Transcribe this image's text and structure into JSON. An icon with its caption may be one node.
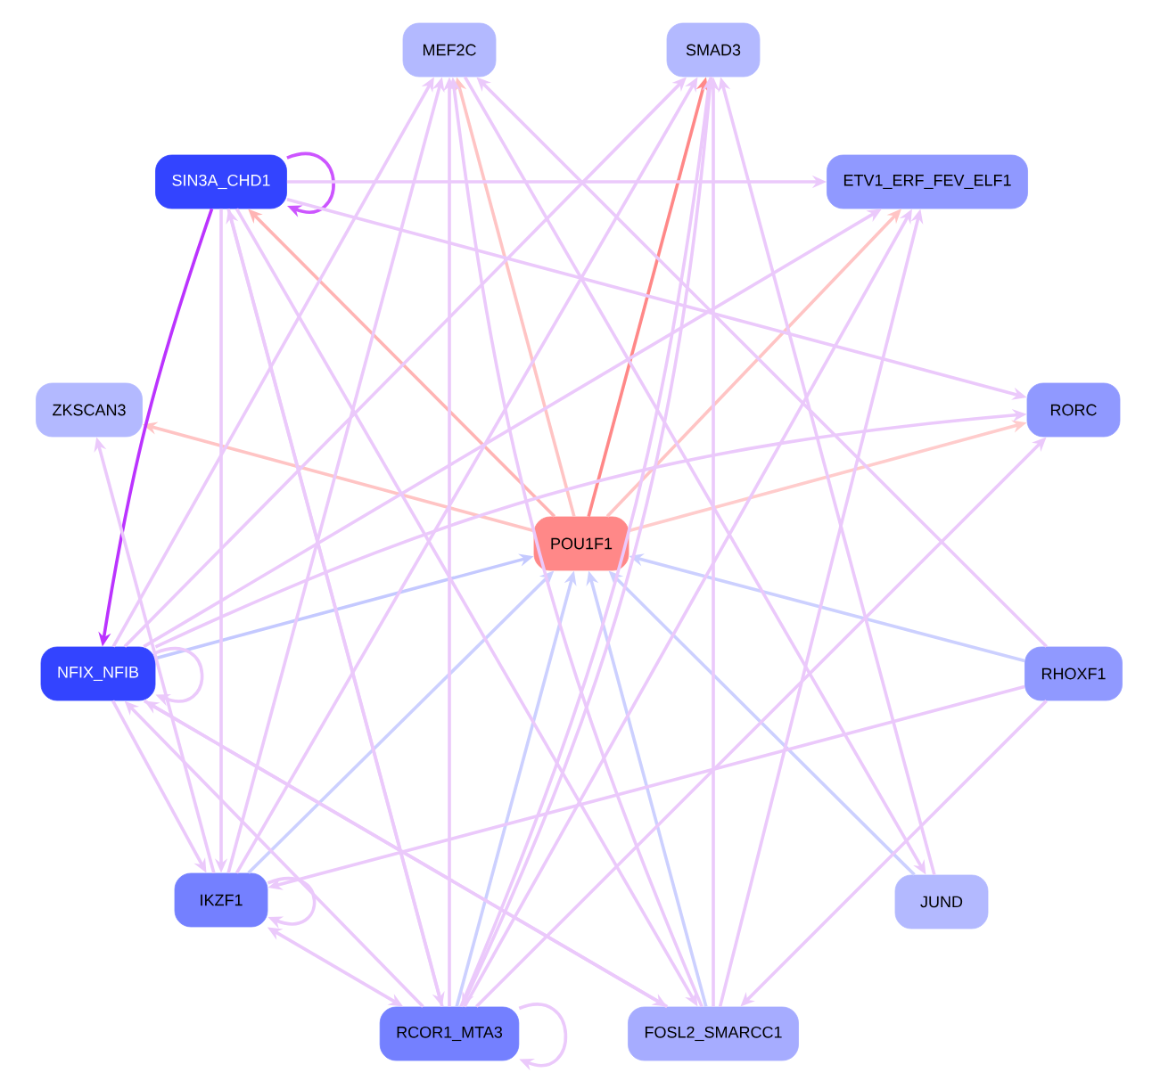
{
  "diagram": {
    "nodes": [
      {
        "text": [
          "MEF2C"
        ]
      },
      {
        "text": [
          "SMAD3"
        ]
      },
      {
        "text": [
          "SIN3A_CHD1"
        ]
      },
      {
        "text": [
          "ETV1_ERF_FEV_ELF1"
        ]
      },
      {
        "text": [
          "ZKSCAN3"
        ]
      },
      {
        "text": [
          "RORC"
        ]
      },
      {
        "text": [
          "POU1F1"
        ]
      },
      {
        "text": [
          "NFIX_NFIB"
        ]
      },
      {
        "text": [
          "RHOXF1"
        ]
      },
      {
        "text": [
          "IKZF1"
        ]
      },
      {
        "text": [
          "JUND"
        ]
      },
      {
        "text": [
          "RCOR1_MTA3"
        ]
      },
      {
        "text": [
          "FOSL2_SMARCC1"
        ]
      }
    ],
    "edges": [
      {
        "from": 6,
        "to": 0,
        "arrow": "to",
        "color": "#ffc4c4"
      },
      {
        "from": 6,
        "to": 1,
        "arrow": "to",
        "color": "#ff8888"
      },
      {
        "from": 6,
        "to": 2,
        "arrow": "to",
        "color": "#ffb4b4"
      },
      {
        "from": 6,
        "to": 4,
        "arrow": "to",
        "color": "#ffc4c4"
      },
      {
        "from": 6,
        "to": 3,
        "arrow": "to",
        "color": "#ffc4c4"
      },
      {
        "from": 6,
        "to": 5,
        "arrow": "to",
        "color": "#ffcccc"
      },
      {
        "from": 7,
        "to": 6,
        "arrow": "to",
        "color": "#c4c9ff"
      },
      {
        "from": 9,
        "to": 6,
        "arrow": "to",
        "color": "#ccd0ff"
      },
      {
        "from": 11,
        "to": 6,
        "arrow": "to",
        "color": "#ccd0ff"
      },
      {
        "from": 12,
        "to": 6,
        "arrow": "to",
        "color": "#ccd0ff"
      },
      {
        "from": 10,
        "to": 6,
        "arrow": "to",
        "color": "#ccd0ff"
      },
      {
        "from": 8,
        "to": 6,
        "arrow": "to",
        "color": "#ccd0ff"
      },
      {
        "from": 2,
        "to": 7,
        "arrow": "to",
        "color": "#bb33ff"
      },
      {
        "from": 2,
        "to": 2,
        "arrow": "to",
        "color": "#cc55ff"
      },
      {
        "from": 7,
        "to": 7,
        "arrow": "to"
      },
      {
        "from": 9,
        "to": 9,
        "arrow": "to"
      },
      {
        "from": 11,
        "to": 11,
        "arrow": "to"
      },
      {
        "from": 2,
        "to": 3,
        "arrow": "to"
      },
      {
        "from": 2,
        "to": 5,
        "arrow": "to"
      },
      {
        "from": 2,
        "to": 9,
        "arrow": "to"
      },
      {
        "from": 2,
        "to": 11,
        "arrow": "to"
      },
      {
        "from": 2,
        "to": 12,
        "arrow": "to"
      },
      {
        "from": 7,
        "to": 0,
        "arrow": "to"
      },
      {
        "from": 7,
        "to": 1,
        "arrow": "to"
      },
      {
        "from": 7,
        "to": 3,
        "arrow": "to"
      },
      {
        "from": 7,
        "to": 5,
        "arrow": "to"
      },
      {
        "from": 7,
        "to": 9,
        "arrow": "to"
      },
      {
        "from": 7,
        "to": 12,
        "arrow": "to"
      },
      {
        "from": 9,
        "to": 0,
        "arrow": "to"
      },
      {
        "from": 9,
        "to": 1,
        "arrow": "to"
      },
      {
        "from": 9,
        "to": 4,
        "arrow": "to"
      },
      {
        "from": 9,
        "to": 11,
        "arrow": "both"
      },
      {
        "from": 11,
        "to": 0,
        "arrow": "to"
      },
      {
        "from": 11,
        "to": 1,
        "arrow": "to"
      },
      {
        "from": 11,
        "to": 2,
        "arrow": "to"
      },
      {
        "from": 11,
        "to": 7,
        "arrow": "to"
      },
      {
        "from": 11,
        "to": 3,
        "arrow": "to"
      },
      {
        "from": 11,
        "to": 5,
        "arrow": "to"
      },
      {
        "from": 12,
        "to": 0,
        "arrow": "to"
      },
      {
        "from": 12,
        "to": 1,
        "arrow": "to"
      },
      {
        "from": 12,
        "to": 3,
        "arrow": "to"
      },
      {
        "from": 12,
        "to": 7,
        "arrow": "to"
      },
      {
        "from": 8,
        "to": 9,
        "arrow": "to"
      },
      {
        "from": 8,
        "to": 12,
        "arrow": "to"
      },
      {
        "from": 8,
        "to": 0,
        "arrow": "to"
      },
      {
        "from": 10,
        "to": 1,
        "arrow": "to"
      },
      {
        "from": 0,
        "to": 10,
        "arrow": "to"
      },
      {
        "from": 1,
        "to": 11,
        "arrow": "to"
      }
    ]
  }
}
